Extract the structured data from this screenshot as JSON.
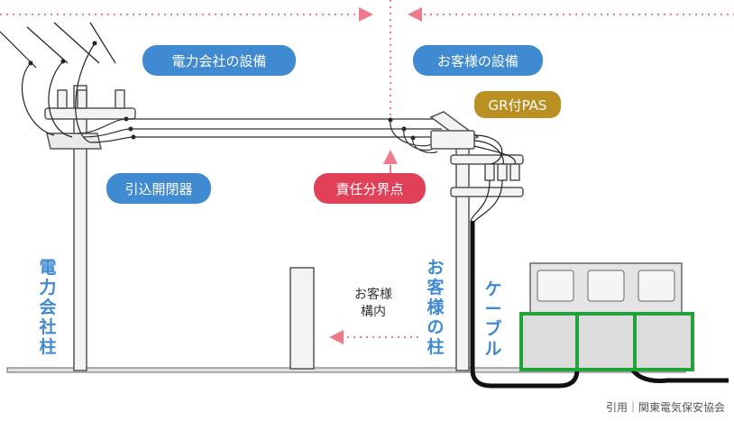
{
  "labels": {
    "utility_equipment": "電力会社の設備",
    "customer_equipment": "お客様の設備",
    "gr_pas": "GR付PAS",
    "lead_in_switch": "引込開閉器",
    "demarcation_point": "責任分界点",
    "utility_pole": "電力会社柱",
    "customer_pole": "お客様の柱",
    "customer_premises": "お客様\n構内",
    "cable": "ケーブル"
  },
  "citation": "引用｜関東電気保安協会",
  "colors": {
    "blue_label": "#3f8ad0",
    "red_label": "#e04159",
    "gold_label": "#bb9022",
    "pink_arrow": "#ee7b8c",
    "outline": "#555555",
    "transformer_frame": "#22a33a"
  }
}
